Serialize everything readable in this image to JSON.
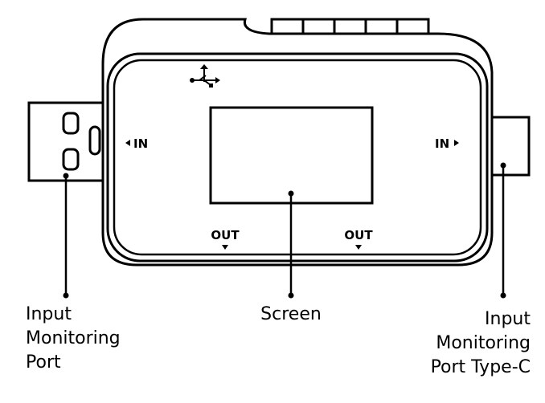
{
  "labels": {
    "in_left": "IN",
    "in_right": "IN",
    "out_left": "OUT",
    "out_right": "OUT"
  },
  "callouts": {
    "left": [
      "Input",
      "Monitoring",
      "Port"
    ],
    "center": "Screen",
    "right": [
      "Input",
      "Monitoring",
      "Port Type-C"
    ]
  },
  "icons": {
    "usb": "usb-icon",
    "in_left_arrow": "triangle-left-icon",
    "in_right_arrow": "triangle-right-icon",
    "out_arrow": "triangle-down-icon"
  },
  "colors": {
    "line": "#000000",
    "background": "#ffffff"
  }
}
